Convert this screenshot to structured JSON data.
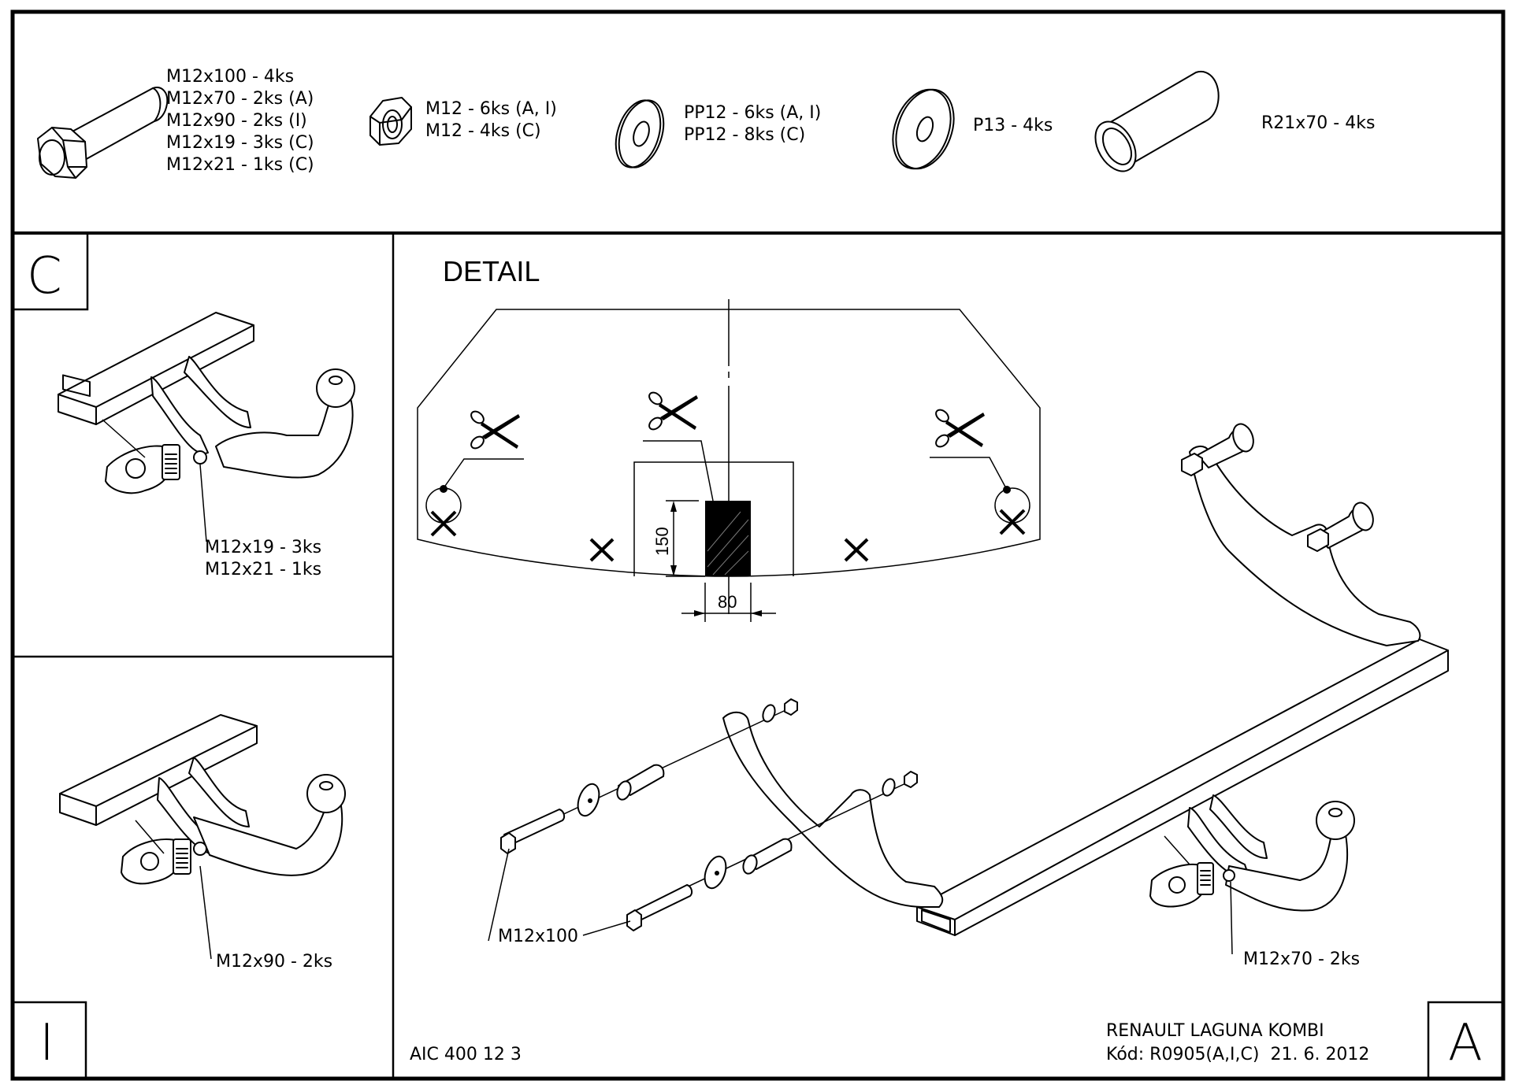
{
  "drawing": {
    "title": "RENAULT LAGUNA KOMBI",
    "code_line": "Kód: R0905(A,I,C)  21. 6. 2012",
    "catalog_number": "AIC 400 12 3",
    "detail_title": "DETAIL"
  },
  "parts_list": [
    {
      "name": "bolt",
      "icon": "hex-bolt-icon",
      "lines": [
        "M12x100 - 4ks",
        "M12x70 - 2ks (A)",
        "M12x90 - 2ks (I)",
        "M12x19 - 3ks (C)",
        "M12x21 - 1ks (C)"
      ]
    },
    {
      "name": "nut",
      "icon": "hex-nut-icon",
      "lines": [
        "M12 - 6ks (A, I)",
        "M12 - 4ks (C)"
      ]
    },
    {
      "name": "washer-small",
      "icon": "washer-icon",
      "lines": [
        "PP12 - 6ks (A, I)",
        "PP12 - 8ks (C)"
      ]
    },
    {
      "name": "washer-large",
      "icon": "large-washer-icon",
      "lines": [
        "P13 - 4ks"
      ]
    },
    {
      "name": "spacer-tube",
      "icon": "spacer-tube-icon",
      "lines": [
        "R21x70 - 4ks"
      ]
    }
  ],
  "variants": {
    "C": {
      "label": "C",
      "callout": [
        "M12x19 - 3ks",
        "M12x21 - 1ks"
      ]
    },
    "I": {
      "label": "I",
      "callout": [
        "M12x90 - 2ks"
      ]
    },
    "A": {
      "label": "A",
      "callout_bolt": "M12x100",
      "callout_ball": "M12x70 - 2ks"
    }
  },
  "detail_dimensions": {
    "height": "150",
    "width": "80"
  },
  "symbols": {
    "cut": "scissors-icon",
    "remove": "cross-mark-icon",
    "pivot": "circle-marker-icon"
  }
}
